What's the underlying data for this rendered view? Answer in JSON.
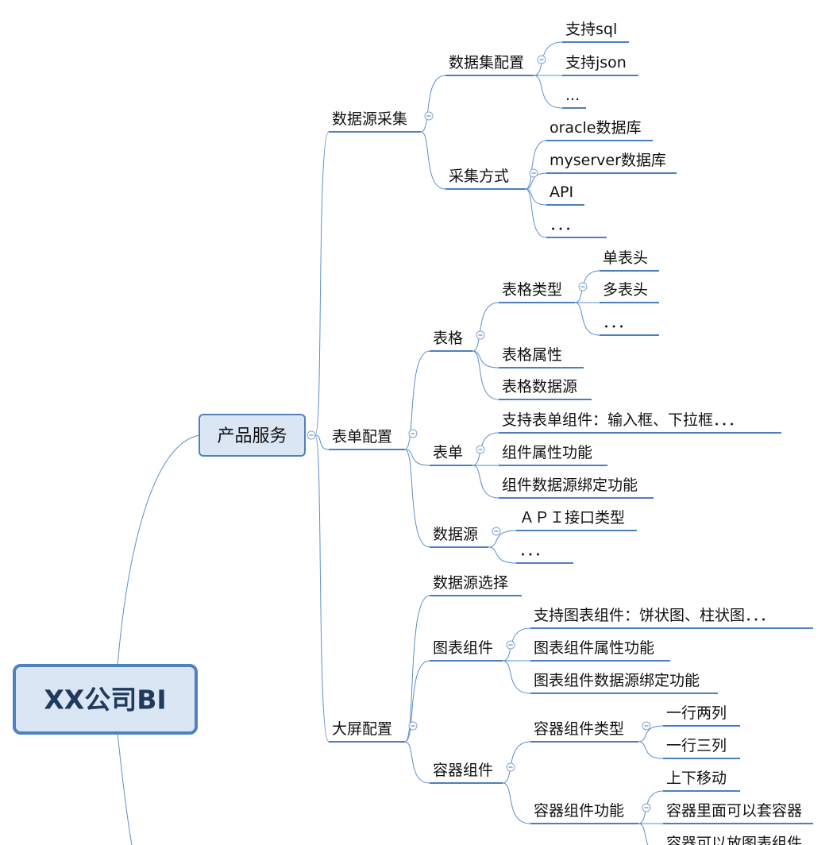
{
  "colors": {
    "connector": "#5b8fca",
    "underline": "#4d7fbf",
    "box_fill": "#dae6f4",
    "box_border": "#4f81bd",
    "root_text": "#1f3a5c",
    "node_text": "#111111"
  },
  "root": {
    "label": "XX公司BI"
  },
  "level1": {
    "label": "产品服务"
  },
  "groups": [
    {
      "label": "数据源采集",
      "children": [
        {
          "label": "数据集配置",
          "children": [
            "支持sql",
            "支持json",
            "..."
          ]
        },
        {
          "label": "采集方式",
          "children": [
            "oracle数据库",
            "myserver数据库",
            "API",
            "．．．"
          ]
        }
      ]
    },
    {
      "label": "表单配置",
      "children": [
        {
          "label": "表格",
          "children": [
            {
              "label": "表格类型",
              "children": [
                "单表头",
                "多表头",
                "．．．"
              ]
            },
            {
              "label": "表格属性"
            },
            {
              "label": "表格数据源"
            }
          ]
        },
        {
          "label": "表单",
          "children": [
            "支持表单组件：输入框、下拉框．．．",
            "组件属性功能",
            "组件数据源绑定功能"
          ]
        },
        {
          "label": "数据源",
          "children": [
            "ＡＰＩ接口类型",
            "．．．"
          ]
        }
      ]
    },
    {
      "label": "大屏配置",
      "children": [
        {
          "label": "数据源选择"
        },
        {
          "label": "图表组件",
          "children": [
            "支持图表组件：饼状图、柱状图．．．",
            "图表组件属性功能",
            "图表组件数据源绑定功能"
          ]
        },
        {
          "label": "容器组件",
          "children": [
            {
              "label": "容器组件类型",
              "children": [
                "一行两列",
                "一行三列"
              ]
            },
            {
              "label": "容器组件功能",
              "children": [
                "上下移动",
                "容器里面可以套容器",
                "容器可以放图表组件"
              ]
            }
          ]
        }
      ]
    }
  ]
}
